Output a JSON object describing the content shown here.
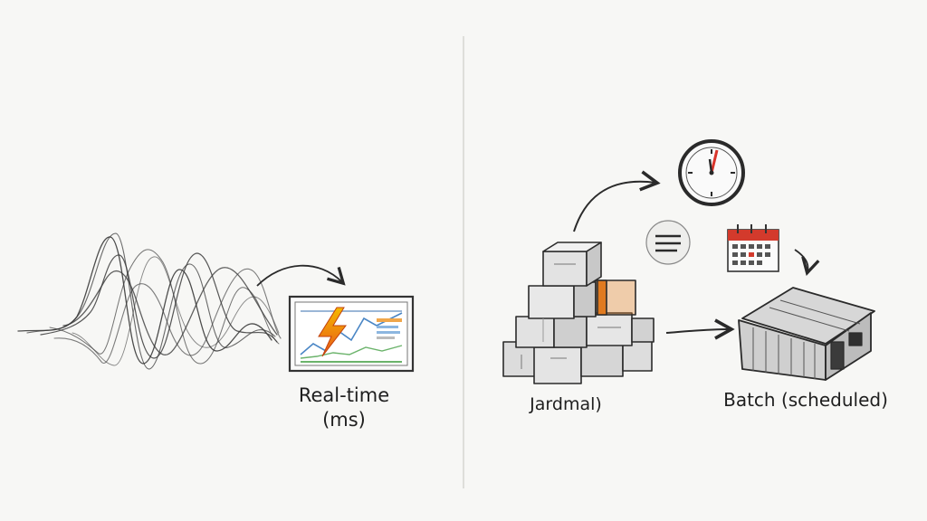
{
  "left_panel": {
    "caption_line1": "Real-time",
    "caption_line2": "(ms)",
    "icons": [
      "wave-stream-icon",
      "arrow-icon",
      "dashboard-monitor-icon",
      "lightning-bolt-icon"
    ]
  },
  "right_panel": {
    "stack_caption": "Jardmal)",
    "batch_caption": "Batch (scheduled)",
    "icons": [
      "box-stack-icon",
      "clock-icon",
      "list-icon",
      "calendar-icon",
      "warehouse-icon",
      "arrow-icon"
    ]
  },
  "colors": {
    "background": "#f7f7f5",
    "ink": "#2a2a2a",
    "bolt_yellow": "#f5b800",
    "bolt_orange": "#e8561a",
    "calendar_red": "#d33a2c",
    "clock_hand_red": "#d9342b",
    "box_accent_orange": "#e07a1f"
  }
}
